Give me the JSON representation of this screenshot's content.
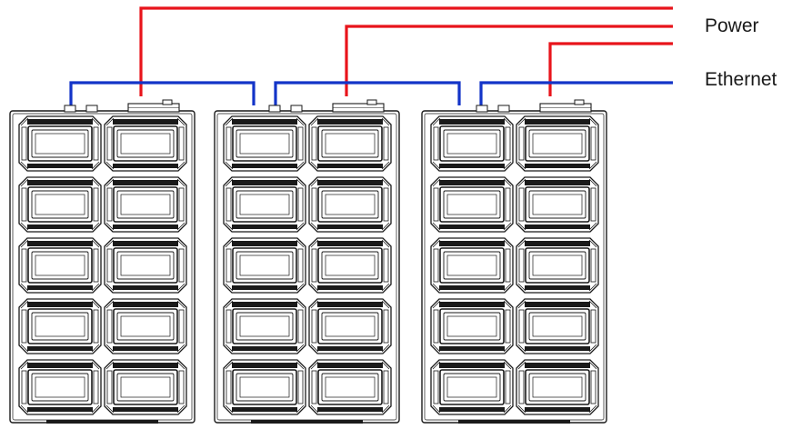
{
  "legend": {
    "power_label": "Power",
    "ethernet_label": "Ethernet"
  },
  "colors": {
    "power": "#e8141b",
    "ethernet": "#1334c8",
    "outline": "#1a1a1a",
    "background": "#ffffff"
  },
  "racks": [
    {
      "columns": 2,
      "rows": 5
    },
    {
      "columns": 2,
      "rows": 5
    },
    {
      "columns": 2,
      "rows": 5
    }
  ]
}
